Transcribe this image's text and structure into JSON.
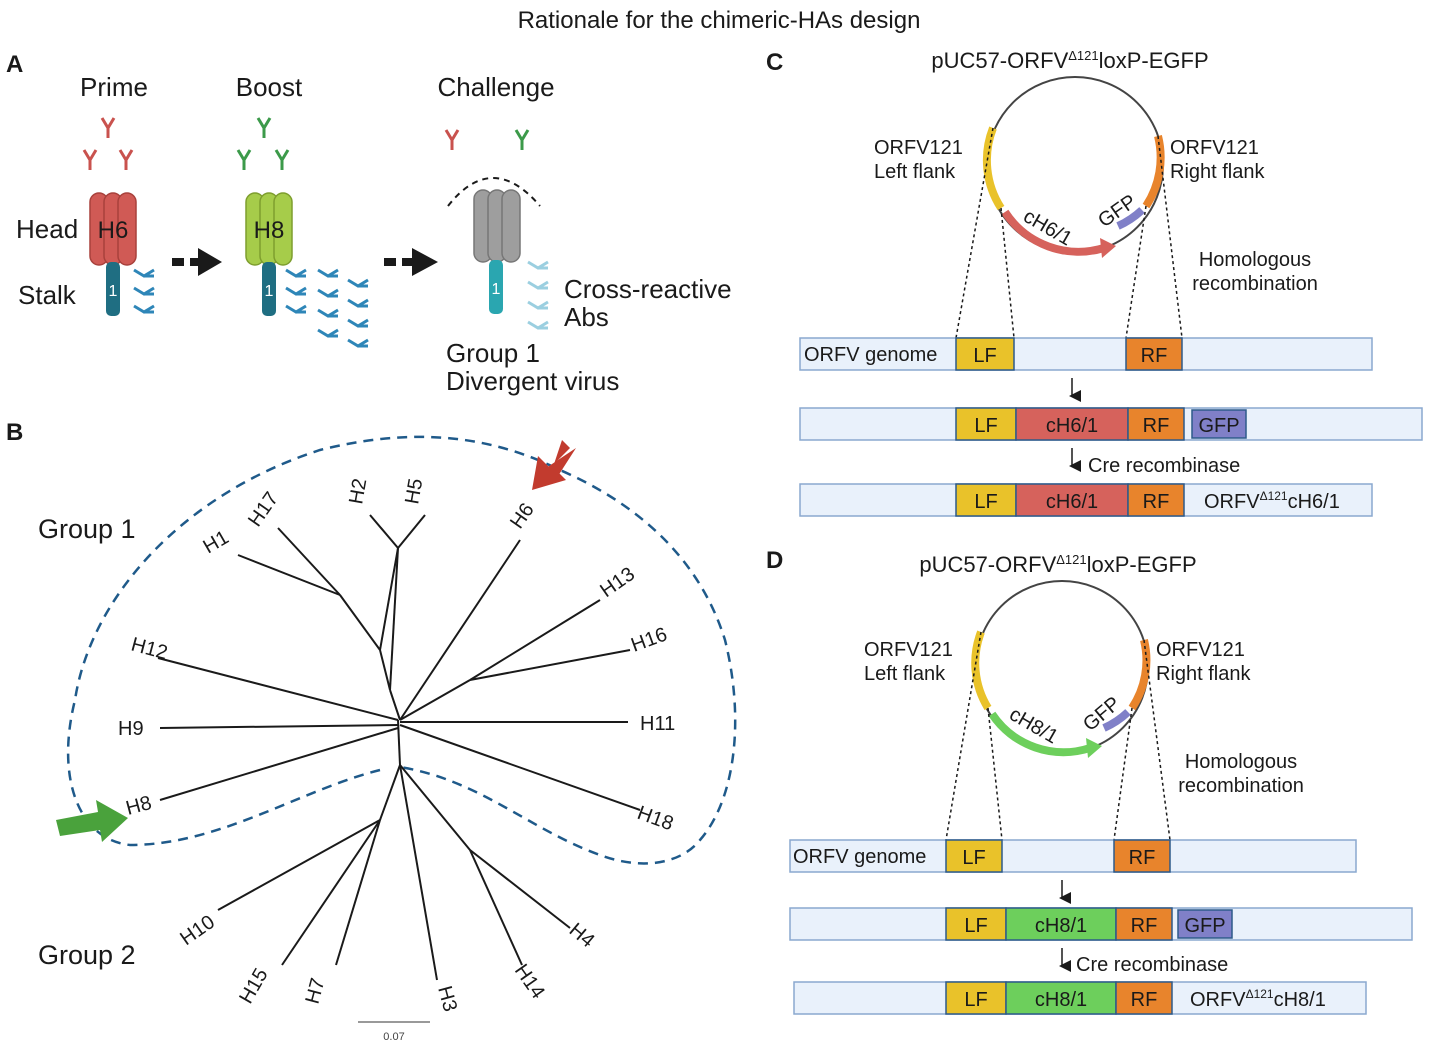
{
  "title": "Rationale for the chimeric-HAs design",
  "panel_labels": {
    "a": "A",
    "b": "B",
    "c": "C",
    "d": "D"
  },
  "panel_a": {
    "stage_prime": "Prime",
    "stage_boost": "Boost",
    "stage_challenge": "Challenge",
    "head_label": "Head",
    "stalk_label": "Stalk",
    "h6_label": "H6",
    "h8_label": "H8",
    "stalk_number": "1",
    "cross_reactive_line1": "Cross-reactive",
    "cross_reactive_line2": "Abs",
    "group_line1": "Group 1",
    "group_line2": "Divergent virus",
    "colors": {
      "h6": "#d05a55",
      "h8": "#a6cc4a",
      "gray": "#9e9e9e",
      "stalk": "#1f6e82",
      "stalk_challenge": "#2aa6b0",
      "ab_red": "#c9524e",
      "ab_green": "#3c9a4a",
      "ab_blue": "#2e86b8",
      "ab_light": "#9bcfe0"
    }
  },
  "panel_b": {
    "group1_label": "Group 1",
    "group2_label": "Group 2",
    "scale_label": "0.07",
    "leaves": [
      "H17",
      "H2",
      "H5",
      "H6",
      "H1",
      "H13",
      "H12",
      "H16",
      "H9",
      "H11",
      "H8",
      "H18",
      "H10",
      "H4",
      "H15",
      "H7",
      "H3",
      "H14"
    ],
    "colors": {
      "dashed": "#1f5a8a",
      "arrow_red": "#c23b2e",
      "arrow_green": "#4aa23c"
    }
  },
  "panel_c": {
    "plasmid_title_prefix": "pUC57-ORFV",
    "plasmid_title_sup": "Δ121",
    "plasmid_title_suffix": "loxP-EGFP",
    "left_flank_line1": "ORFV121",
    "left_flank_line2": "Left flank",
    "right_flank_line1": "ORFV121",
    "right_flank_line2": "Right flank",
    "insert_label": "cH6/1",
    "gfp_label": "GFP",
    "homologous_line1": "Homologous",
    "homologous_line2": "recombination",
    "genome_label": "ORFV genome",
    "lf": "LF",
    "rf": "RF",
    "cre_label": "Cre recombinase",
    "final_prefix": "ORFV",
    "final_sup": "Δ121",
    "final_suffix": "cH6/1",
    "insert_color": "#d6625c"
  },
  "panel_d": {
    "plasmid_title_prefix": "pUC57-ORFV",
    "plasmid_title_sup": "Δ121",
    "plasmid_title_suffix": "loxP-EGFP",
    "left_flank_line1": "ORFV121",
    "left_flank_line2": "Left flank",
    "right_flank_line1": "ORFV121",
    "right_flank_line2": "Right flank",
    "insert_label": "cH8/1",
    "gfp_label": "GFP",
    "homologous_line1": "Homologous",
    "homologous_line2": "recombination",
    "genome_label": "ORFV genome",
    "lf": "LF",
    "rf": "RF",
    "cre_label": "Cre recombinase",
    "final_prefix": "ORFV",
    "final_sup": "Δ121",
    "final_suffix": "cH8/1",
    "insert_color": "#6dcf5c"
  },
  "colors": {
    "lf": "#e9c22a",
    "rf": "#e8842c",
    "gfp": "#8080c8",
    "bar": "#e9f1fb",
    "bar_stroke": "#8aa8cf"
  }
}
